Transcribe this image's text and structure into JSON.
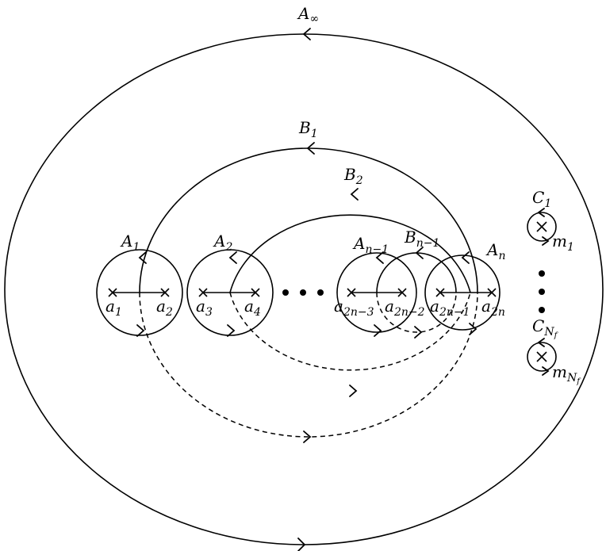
{
  "outer_contour": {
    "label": "A",
    "sub": "∞"
  },
  "b_cycles": [
    {
      "id": "b1",
      "label": "B",
      "sub": "1"
    },
    {
      "id": "b2",
      "label": "B",
      "sub": "2"
    },
    {
      "id": "bn1",
      "label": "B",
      "sub": "n−1"
    }
  ],
  "a_cycles": [
    {
      "id": "a1",
      "label": "A",
      "sub": "1"
    },
    {
      "id": "a2",
      "label": "A",
      "sub": "2"
    },
    {
      "id": "an1",
      "label": "A",
      "sub": "n−1"
    },
    {
      "id": "an",
      "label": "A",
      "sub": "n"
    }
  ],
  "branch_points": [
    {
      "label": "a",
      "sub": "1"
    },
    {
      "label": "a",
      "sub": "2"
    },
    {
      "label": "a",
      "sub": "3"
    },
    {
      "label": "a",
      "sub": "4"
    },
    {
      "label": "a",
      "sub": "2n−3"
    },
    {
      "label": "a",
      "sub": "2n−2"
    },
    {
      "label": "a",
      "sub": "2n−1"
    },
    {
      "label": "a",
      "sub": "2n"
    }
  ],
  "c_cycles": [
    {
      "id": "c1",
      "label": "C",
      "sub": "1",
      "sub2": ""
    },
    {
      "id": "cnf",
      "label": "C",
      "sub": "N",
      "sub2": "f"
    }
  ],
  "masses": [
    {
      "id": "m1",
      "label": "m",
      "sub": "1",
      "sub2": ""
    },
    {
      "id": "mnf",
      "label": "m",
      "sub": "N",
      "sub2": "f"
    }
  ]
}
